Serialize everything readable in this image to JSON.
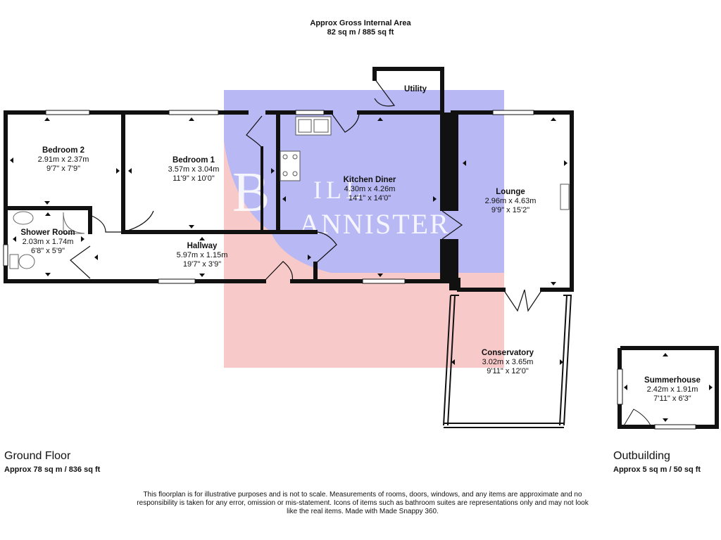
{
  "header": {
    "title": "Approx Gross Internal Area",
    "area": "82 sq m / 885 sq ft"
  },
  "watermark": {
    "text_top": "ILL",
    "text_bottom": "ANNISTER",
    "letter": "B",
    "colors": {
      "blue": "#b8b8f5",
      "pink": "#f7c9c9"
    }
  },
  "rooms": [
    {
      "key": "bedroom2",
      "name": "Bedroom 2",
      "metric": "2.91m x 2.37m",
      "imperial": "9'7\" x 7'9\""
    },
    {
      "key": "bedroom1",
      "name": "Bedroom 1",
      "metric": "3.57m x 3.04m",
      "imperial": "11'9\" x 10'0\""
    },
    {
      "key": "kitchen",
      "name": "Kitchen Diner",
      "metric": "4.30m x 4.26m",
      "imperial": "14'1\" x 14'0\""
    },
    {
      "key": "utility",
      "name": "Utility",
      "metric": "",
      "imperial": ""
    },
    {
      "key": "lounge",
      "name": "Lounge",
      "metric": "2.96m x 4.63m",
      "imperial": "9'9\" x 15'2\""
    },
    {
      "key": "shower",
      "name": "Shower Room",
      "metric": "2.03m x 1.74m",
      "imperial": "6'8\" x 5'9\""
    },
    {
      "key": "hallway",
      "name": "Hallway",
      "metric": "5.97m x 1.15m",
      "imperial": "19'7\" x 3'9\""
    },
    {
      "key": "conservatory",
      "name": "Conservatory",
      "metric": "3.02m x 3.65m",
      "imperial": "9'11\" x 12'0\""
    },
    {
      "key": "summerhouse",
      "name": "Summerhouse",
      "metric": "2.42m x 1.91m",
      "imperial": "7'11\" x 6'3\""
    }
  ],
  "floors": {
    "ground": {
      "name": "Ground Floor",
      "area": "Approx 78 sq m / 836 sq ft"
    },
    "outbuilding": {
      "name": "Outbuilding",
      "area": "Approx 5 sq m / 50 sq ft"
    }
  },
  "disclaimer": "This floorplan is for illustrative purposes and is not to scale. Measurements of rooms, doors, windows, and any items are approximate and no responsibility is taken for any error, omission or mis-statement. Icons of items such as bathroom suites are representations only and may not look like the real items. Made with Made Snappy 360."
}
